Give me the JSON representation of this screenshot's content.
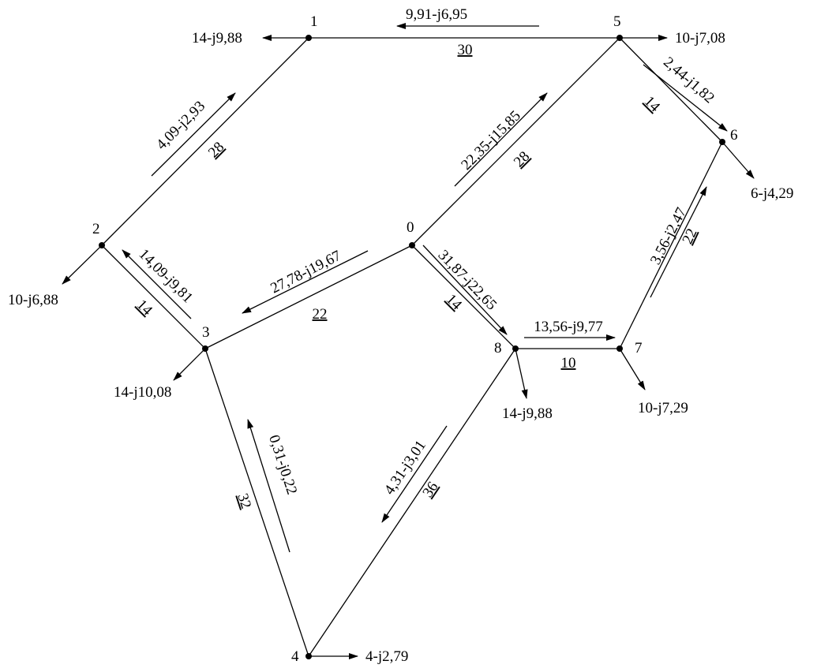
{
  "nodes": [
    {
      "id": "0",
      "label": "0"
    },
    {
      "id": "1",
      "label": "1"
    },
    {
      "id": "2",
      "label": "2"
    },
    {
      "id": "3",
      "label": "3"
    },
    {
      "id": "4",
      "label": "4"
    },
    {
      "id": "5",
      "label": "5"
    },
    {
      "id": "6",
      "label": "6"
    },
    {
      "id": "7",
      "label": "7"
    },
    {
      "id": "8",
      "label": "8"
    }
  ],
  "edges": [
    {
      "id": "e1-5",
      "from": "1",
      "to": "5",
      "length": "30"
    },
    {
      "id": "e1-2",
      "from": "1",
      "to": "2",
      "length": "28"
    },
    {
      "id": "e0-5",
      "from": "0",
      "to": "5",
      "length": "28"
    },
    {
      "id": "e5-6",
      "from": "5",
      "to": "6",
      "length": "14"
    },
    {
      "id": "e6-7",
      "from": "6",
      "to": "7",
      "length": "22"
    },
    {
      "id": "e2-3",
      "from": "2",
      "to": "3",
      "length": "14"
    },
    {
      "id": "e0-3",
      "from": "0",
      "to": "3",
      "length": "22"
    },
    {
      "id": "e0-8",
      "from": "0",
      "to": "8",
      "length": "14"
    },
    {
      "id": "e8-7",
      "from": "8",
      "to": "7",
      "length": "10"
    },
    {
      "id": "e3-4",
      "from": "3",
      "to": "4",
      "length": "32"
    },
    {
      "id": "e4-8",
      "from": "4",
      "to": "8",
      "length": "36"
    }
  ],
  "flows": [
    {
      "edge": "e1-5",
      "label": "9,91-j6,95"
    },
    {
      "edge": "e1-2",
      "label": "4,09-j2,93"
    },
    {
      "edge": "e0-5",
      "label": "22,35-j15,85"
    },
    {
      "edge": "e5-6",
      "label": "2,44-j1,82"
    },
    {
      "edge": "e6-7",
      "label": "3,56-j2,47"
    },
    {
      "edge": "e2-3",
      "label": "14,09-j9,81"
    },
    {
      "edge": "e0-3",
      "label": "27,78-j19,67"
    },
    {
      "edge": "e0-8",
      "label": "31,87-j22,65"
    },
    {
      "edge": "e8-7",
      "label": "13,56-j9,77"
    },
    {
      "edge": "e3-4",
      "label": "0,31-j0,22"
    },
    {
      "edge": "e4-8",
      "label": "4,31-j3,01"
    }
  ],
  "loads": [
    {
      "node": "1",
      "label": "14-j9,88"
    },
    {
      "node": "5",
      "label": "10-j7,08"
    },
    {
      "node": "6",
      "label": "6-j4,29"
    },
    {
      "node": "2",
      "label": "10-j6,88"
    },
    {
      "node": "3",
      "label": "14-j10,08"
    },
    {
      "node": "8",
      "label": "14-j9,88"
    },
    {
      "node": "7",
      "label": "10-j7,29"
    },
    {
      "node": "4",
      "label": "4-j2,79"
    }
  ]
}
